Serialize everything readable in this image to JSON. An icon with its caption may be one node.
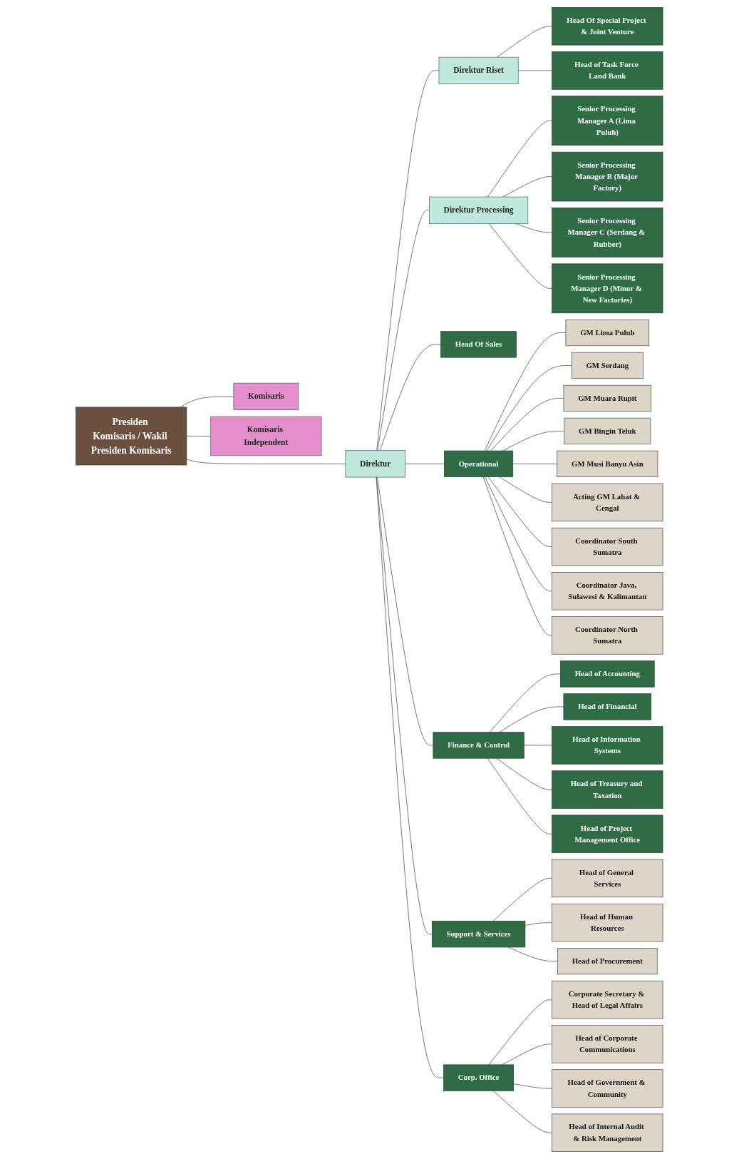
{
  "diagram": {
    "nodes": [
      {
        "text": [
          "Presiden Komisaris / Wakil Presiden Komisaris"
        ]
      },
      {
        "text": [
          "Komisaris"
        ]
      },
      {
        "text": [
          "Komisaris Independent"
        ]
      },
      {
        "text": [
          "Direktur Riset"
        ]
      },
      {
        "text": [
          "Direktur"
        ]
      },
      {
        "text": [
          "Direktur Processing"
        ]
      },
      {
        "text": [
          "Head Of Special Project & Joint Venture"
        ]
      },
      {
        "text": [
          "Head of Task Force Land Bank"
        ]
      },
      {
        "text": [
          "Head Of Sales"
        ]
      },
      {
        "text": [
          "Operational"
        ]
      },
      {
        "text": [
          "Finance & Control"
        ]
      },
      {
        "text": [
          "Head of Accounting"
        ]
      },
      {
        "text": [
          "Head of Financial"
        ]
      },
      {
        "text": [
          "Head of Information Systems"
        ]
      },
      {
        "text": [
          "Head of Treasury and Taxation"
        ]
      },
      {
        "text": [
          "Head of Project Management Office"
        ]
      },
      {
        "text": [
          "Support & Services"
        ]
      },
      {
        "text": [
          "Corp. Office"
        ]
      },
      {
        "text": [
          "GM Lima Puluh"
        ]
      },
      {
        "text": [
          "GM Serdang"
        ]
      },
      {
        "text": [
          "GM Muara Rupit"
        ]
      },
      {
        "text": [
          "GM Bingin Teluk"
        ]
      },
      {
        "text": [
          "GM Musi Banyu Asin"
        ]
      },
      {
        "text": [
          "Acting GM Lahat & Cengal"
        ]
      },
      {
        "text": [
          "Coordinator South Sumatra"
        ]
      },
      {
        "text": [
          "Coordinator Java, Sulawesi & Kalimantan"
        ]
      },
      {
        "text": [
          "Coordinator North Sumatra"
        ]
      },
      {
        "text": [
          "Head of General Services"
        ]
      },
      {
        "text": [
          "Head of Human Resources"
        ]
      },
      {
        "text": [
          "Head of Procurement"
        ]
      },
      {
        "text": [
          "Corporate Secretary & Head of Legal Affairs"
        ]
      },
      {
        "text": [
          "Head of Corporate Communications"
        ]
      },
      {
        "text": [
          "Head of Government & Community"
        ]
      },
      {
        "text": [
          "Head of Internal Audit & Risk Management"
        ]
      },
      {
        "text": [
          "Senior Processing Manager A (Lima Puluh)"
        ]
      },
      {
        "text": [
          "Senior Processing Manager B (Major Factory)"
        ]
      },
      {
        "text": [
          "Senior Processing Manager C (Serdang & Rubber)"
        ]
      },
      {
        "text": [
          "Senior Processing Manager D (Minor & New Factories)"
        ]
      }
    ],
    "edges": [
      {
        "from": 0,
        "to": 1,
        "arrow": "none"
      },
      {
        "from": 0,
        "to": 2,
        "arrow": "none"
      },
      {
        "from": 0,
        "to": 4,
        "arrow": "none"
      },
      {
        "from": 4,
        "to": 3,
        "arrow": "none"
      },
      {
        "from": 4,
        "to": 5,
        "arrow": "none"
      },
      {
        "from": 3,
        "to": 6,
        "arrow": "none"
      },
      {
        "from": 3,
        "to": 7,
        "arrow": "none"
      },
      {
        "from": 4,
        "to": 8,
        "arrow": "none"
      },
      {
        "from": 4,
        "to": 9,
        "arrow": "none"
      },
      {
        "from": 4,
        "to": 10,
        "arrow": "none"
      },
      {
        "from": 4,
        "to": 16,
        "arrow": "none"
      },
      {
        "from": 4,
        "to": 17,
        "arrow": "none"
      },
      {
        "from": 10,
        "to": 11,
        "arrow": "none"
      },
      {
        "from": 10,
        "to": 12,
        "arrow": "none"
      },
      {
        "from": 10,
        "to": 13,
        "arrow": "none"
      },
      {
        "from": 10,
        "to": 14,
        "arrow": "none"
      },
      {
        "from": 10,
        "to": 15,
        "arrow": "none"
      },
      {
        "from": 9,
        "to": 18,
        "arrow": "none"
      },
      {
        "from": 9,
        "to": 19,
        "arrow": "none"
      },
      {
        "from": 9,
        "to": 20,
        "arrow": "none"
      },
      {
        "from": 9,
        "to": 21,
        "arrow": "none"
      },
      {
        "from": 9,
        "to": 22,
        "arrow": "none"
      },
      {
        "from": 9,
        "to": 23,
        "arrow": "none"
      },
      {
        "from": 9,
        "to": 24,
        "arrow": "none"
      },
      {
        "from": 9,
        "to": 25,
        "arrow": "none"
      },
      {
        "from": 9,
        "to": 26,
        "arrow": "none"
      },
      {
        "from": 16,
        "to": 27,
        "arrow": "none"
      },
      {
        "from": 16,
        "to": 28,
        "arrow": "none"
      },
      {
        "from": 16,
        "to": 29,
        "arrow": "none"
      },
      {
        "from": 17,
        "to": 30,
        "arrow": "none"
      },
      {
        "from": 17,
        "to": 31,
        "arrow": "none"
      },
      {
        "from": 17,
        "to": 32,
        "arrow": "none"
      },
      {
        "from": 17,
        "to": 33,
        "arrow": "none"
      },
      {
        "from": 5,
        "to": 34,
        "arrow": "none"
      },
      {
        "from": 5,
        "to": 35,
        "arrow": "none"
      },
      {
        "from": 5,
        "to": 36,
        "arrow": "none"
      },
      {
        "from": 5,
        "to": 37,
        "arrow": "none"
      }
    ]
  }
}
